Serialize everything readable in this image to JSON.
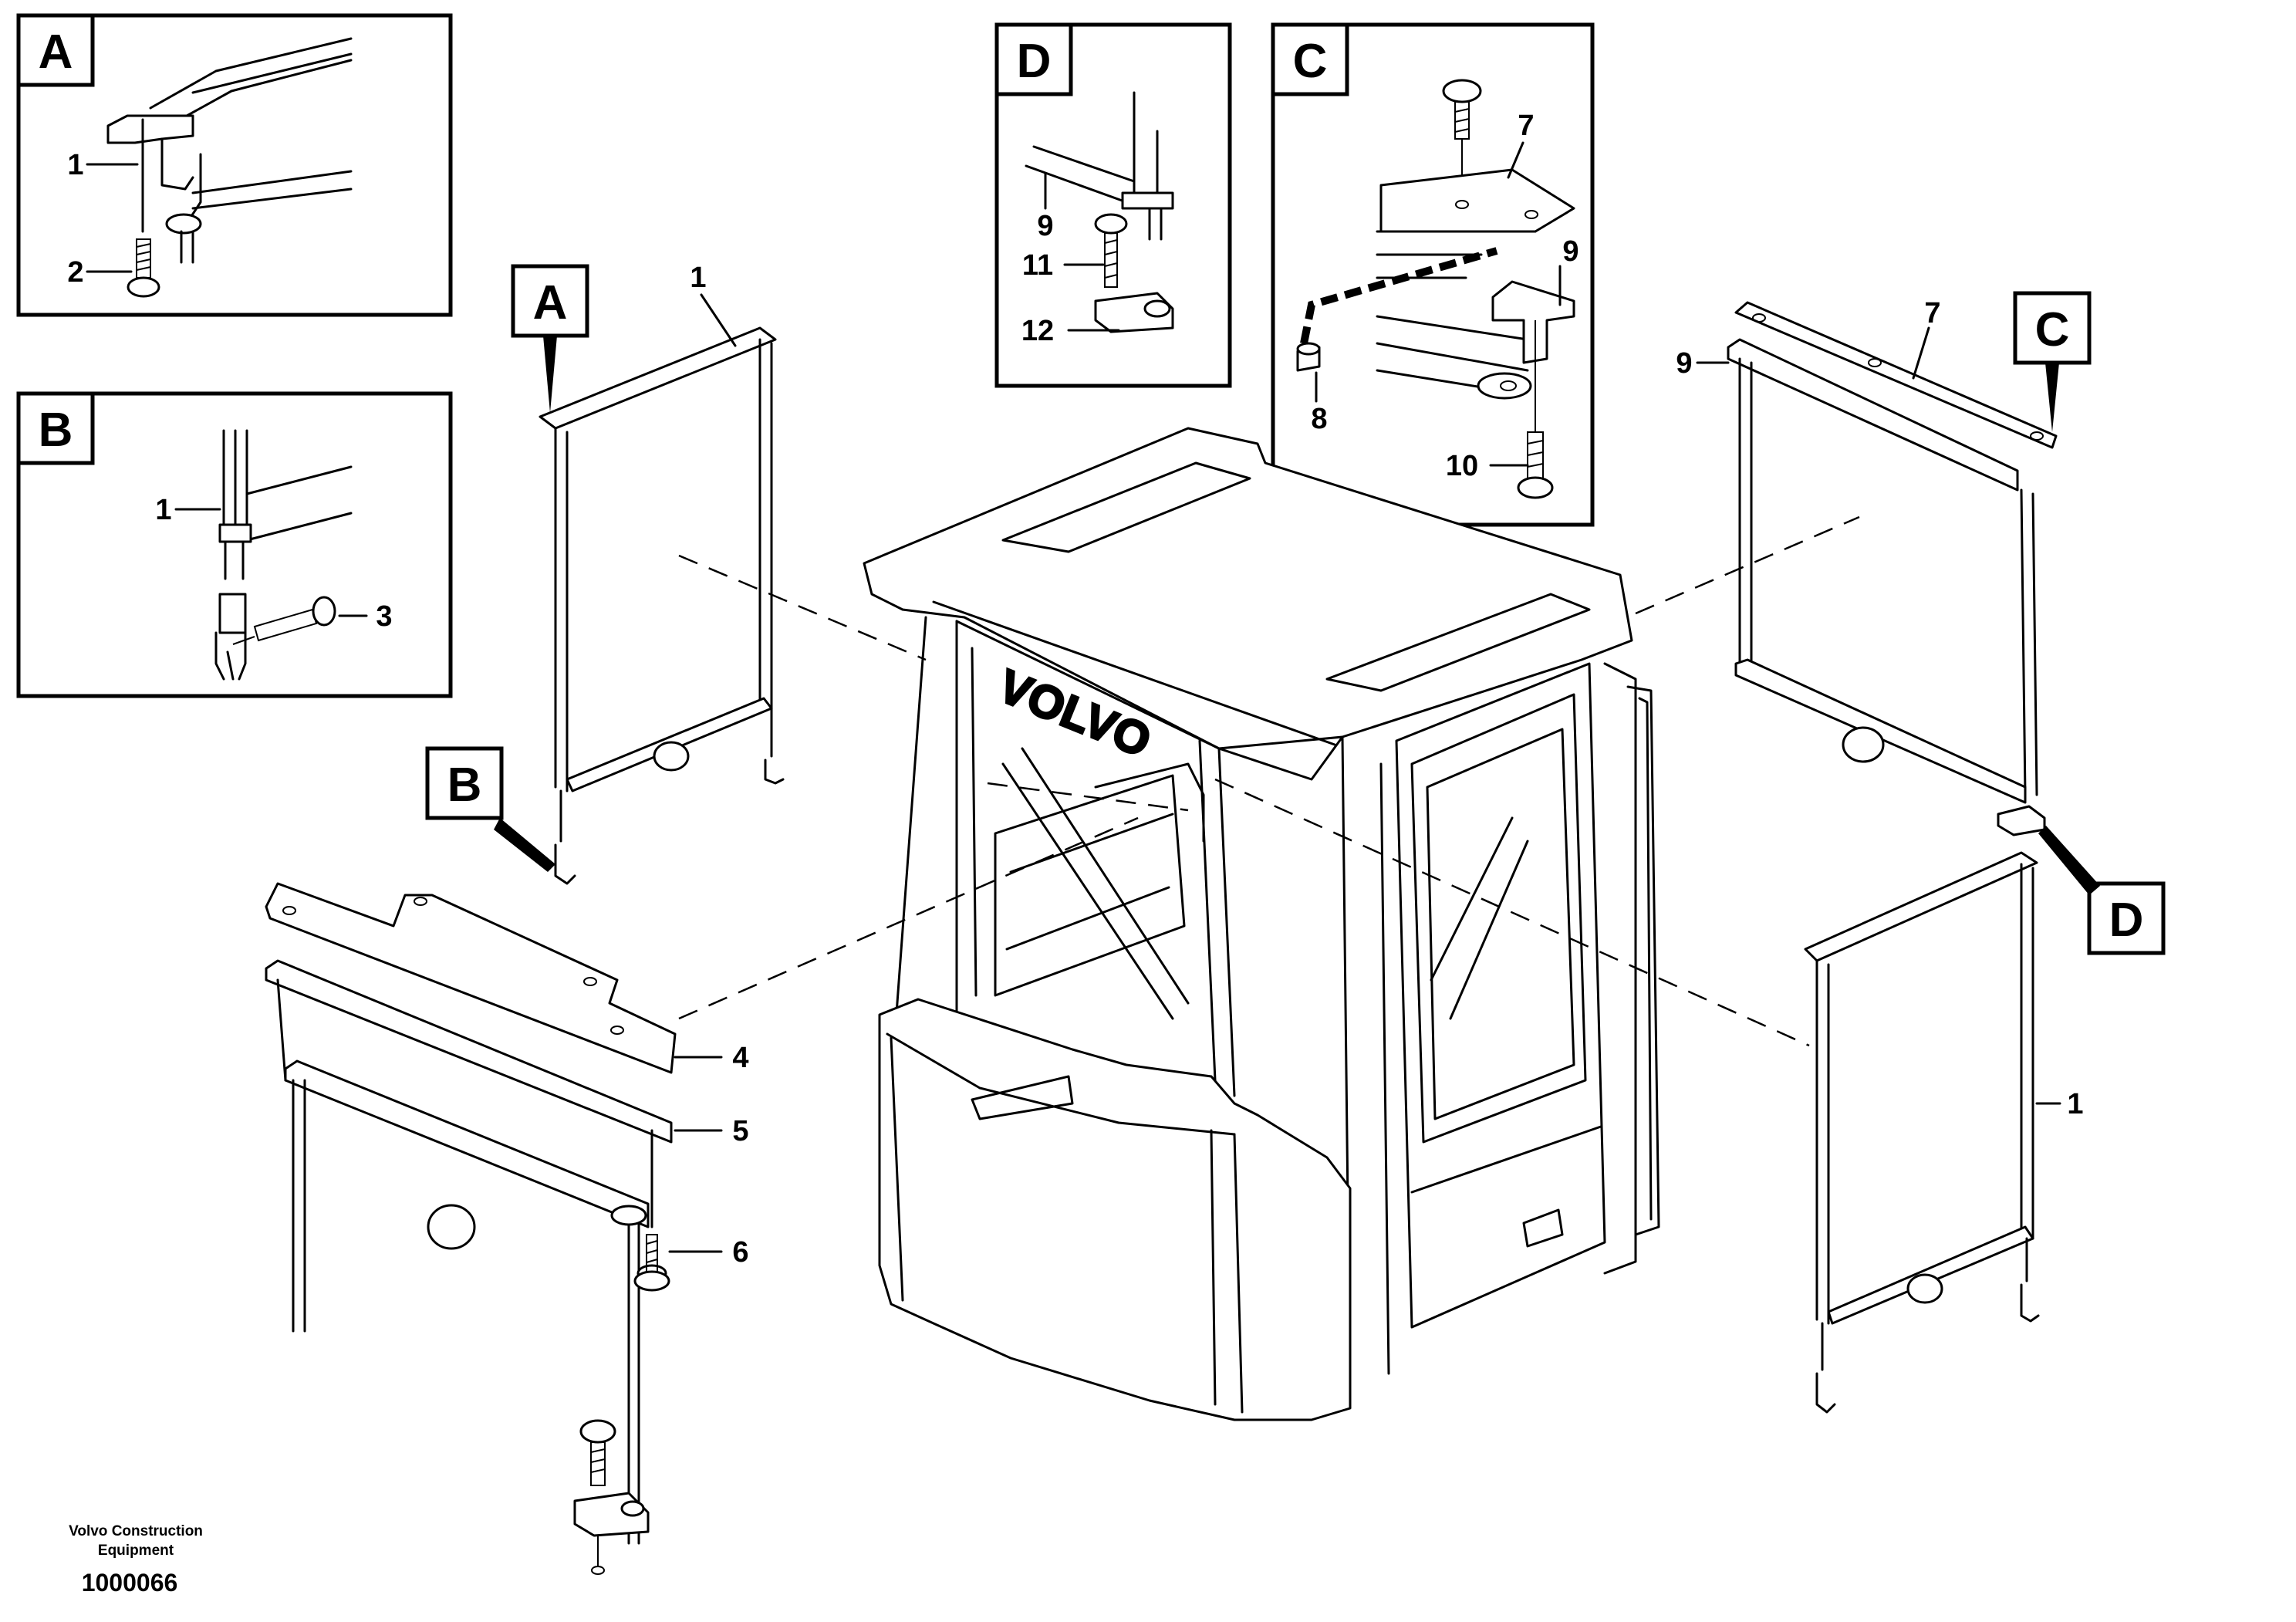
{
  "detail_views": {
    "A": "A",
    "B": "B",
    "C": "C",
    "D": "D"
  },
  "markers": {
    "A": "A",
    "B": "B",
    "C": "C",
    "D": "D"
  },
  "callouts": {
    "a_1": "1",
    "a_2": "2",
    "b_1": "1",
    "b_3": "3",
    "d_9": "9",
    "d_11": "11",
    "d_12": "12",
    "c_7": "7",
    "c_9": "9",
    "c_8": "8",
    "c_10": "10",
    "left_1": "1",
    "left_4": "4",
    "left_5": "5",
    "left_6": "6",
    "right_9": "9",
    "right_7": "7",
    "right_1": "1"
  },
  "cab_logo": "VOLVO",
  "footer": {
    "company_line1": "Volvo Construction",
    "company_line2": "Equipment",
    "drawing_number": "1000066"
  }
}
